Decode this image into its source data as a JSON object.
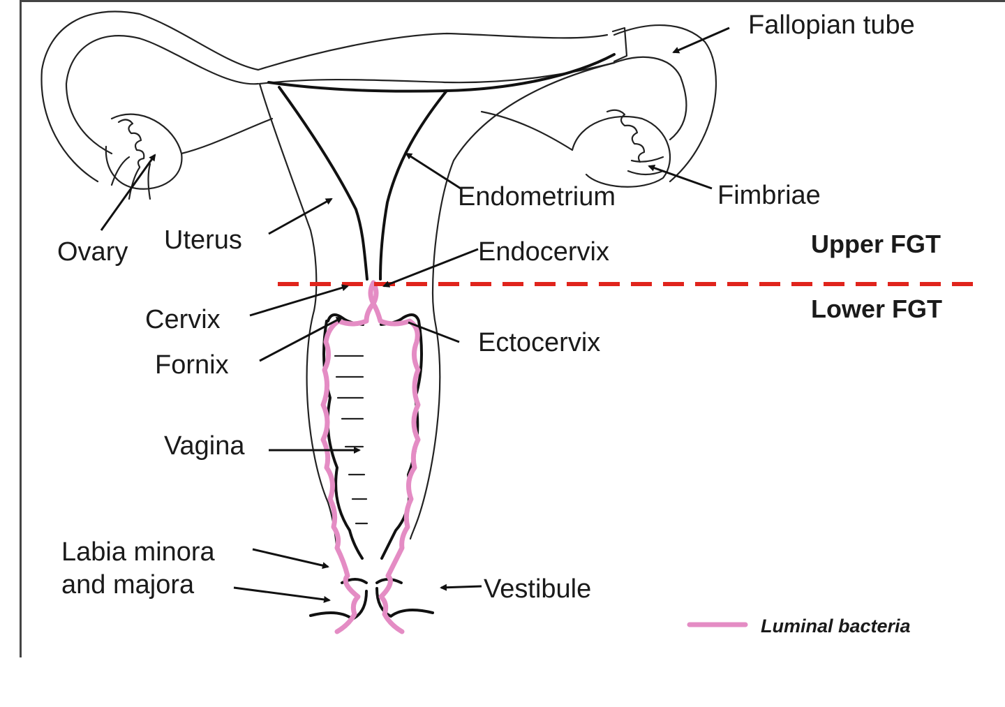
{
  "labels": {
    "fallopian_tube": "Fallopian tube",
    "fimbriae": "Fimbriae",
    "endometrium": "Endometrium",
    "ovary": "Ovary",
    "uterus": "Uterus",
    "endocervix": "Endocervix",
    "cervix": "Cervix",
    "fornix": "Fornix",
    "ectocervix": "Ectocervix",
    "vagina": "Vagina",
    "labia_line1": "Labia minora",
    "labia_line2": "and majora",
    "vestibule": "Vestibule"
  },
  "regions": {
    "upper": "Upper FGT",
    "lower": "Lower FGT"
  },
  "legend": {
    "label": "Luminal bacteria",
    "color": "#e48cc4"
  },
  "colors": {
    "divider": "#e0241c",
    "outline": "#222222",
    "bacteria": "#e48cc4"
  }
}
